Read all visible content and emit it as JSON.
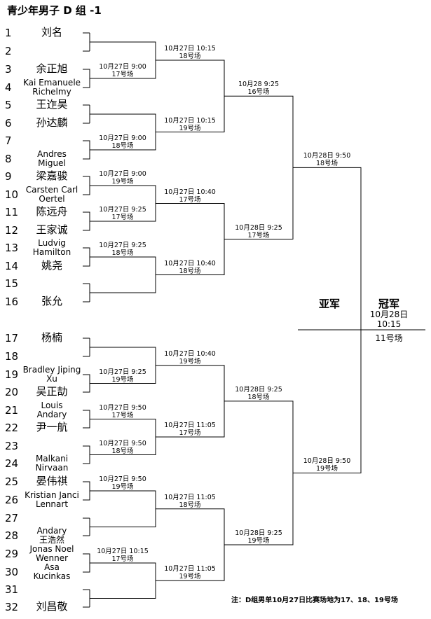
{
  "title": "青少年男子 D 组 -1",
  "players": [
    {
      "n": "1",
      "name": "刘名"
    },
    {
      "n": "2",
      "name": ""
    },
    {
      "n": "3",
      "name": "余正旭"
    },
    {
      "n": "4",
      "name": "Kai Emanuele Richelmy"
    },
    {
      "n": "5",
      "name": "王迮昊"
    },
    {
      "n": "6",
      "name": "孙达麟"
    },
    {
      "n": "7",
      "name": ""
    },
    {
      "n": "8",
      "name": "Andres Miguel"
    },
    {
      "n": "9",
      "name": "梁嘉骏"
    },
    {
      "n": "10",
      "name": "Carsten Carl Oertel"
    },
    {
      "n": "11",
      "name": "陈远舟"
    },
    {
      "n": "12",
      "name": "王家诚"
    },
    {
      "n": "13",
      "name": "Ludvig Hamilton"
    },
    {
      "n": "14",
      "name": "姚尧"
    },
    {
      "n": "15",
      "name": ""
    },
    {
      "n": "16",
      "name": "张允"
    },
    {
      "n": "17",
      "name": "杨楠"
    },
    {
      "n": "18",
      "name": ""
    },
    {
      "n": "19",
      "name": "Bradley Jiping Xu"
    },
    {
      "n": "20",
      "name": "吴正劼"
    },
    {
      "n": "21",
      "name": "Louis Andary"
    },
    {
      "n": "22",
      "name": "尹一航"
    },
    {
      "n": "23",
      "name": ""
    },
    {
      "n": "24",
      "name": "Malkani Nirvaan"
    },
    {
      "n": "25",
      "name": "晏伟祺"
    },
    {
      "n": "26",
      "name": "Kristian Janci Lennart"
    },
    {
      "n": "27",
      "name": ""
    },
    {
      "n": "28",
      "name": "Andary 王浩然"
    },
    {
      "n": "29",
      "name": "Jonas Noel Wenner"
    },
    {
      "n": "30",
      "name": "Asa Kucinkas"
    },
    {
      "n": "31",
      "name": ""
    },
    {
      "n": "32",
      "name": "刘昌敬"
    }
  ],
  "matches": {
    "r1": [
      {
        "time": "10月27日 9:00",
        "court": "17号场"
      },
      {
        "time": "10月27日 9:00",
        "court": "18号场"
      },
      {
        "time": "10月27日 9:00",
        "court": "19号场"
      },
      {
        "time": "10月27日 9:25",
        "court": "17号场"
      },
      {
        "time": "10月27日 9:25",
        "court": "18号场"
      },
      {
        "time": "10月27日 9:25",
        "court": "19号场"
      },
      {
        "time": "10月27日 9:50",
        "court": "17号场"
      },
      {
        "time": "10月27日 9:50",
        "court": "18号场"
      },
      {
        "time": "10月27日 9:50",
        "court": "19号场"
      },
      {
        "time": "10月27日 10:15",
        "court": "17号场"
      }
    ],
    "r2": [
      {
        "time": "10月27日 10:15",
        "court": "18号场"
      },
      {
        "time": "10月27日 10:15",
        "court": "19号场"
      },
      {
        "time": "10月27日 10:40",
        "court": "17号场"
      },
      {
        "time": "10月27日 10:40",
        "court": "18号场"
      },
      {
        "time": "10月27日 10:40",
        "court": "19号场"
      },
      {
        "time": "10月27日 11:05",
        "court": "17号场"
      },
      {
        "time": "10月27日 11:05",
        "court": "18号场"
      },
      {
        "time": "10月27日 11:05",
        "court": "19号场"
      }
    ],
    "r3": [
      {
        "time": "10月28 9:25",
        "court": "16号场"
      },
      {
        "time": "10月28日 9:25",
        "court": "17号场"
      },
      {
        "time": "10月28日 9:25",
        "court": "18号场"
      },
      {
        "time": "10月28日 9:25",
        "court": "19号场"
      }
    ],
    "sf": [
      {
        "time": "10月28日 9:50",
        "court": "18号场"
      },
      {
        "time": "10月28日 9:50",
        "court": "19号场"
      }
    ]
  },
  "final": {
    "silver": "亚军",
    "champion": "冠军",
    "date": "10月28日",
    "time": "10:15",
    "court": "11号场"
  },
  "note": "注：D组男单10月27日比赛场地为17、18、19号场"
}
